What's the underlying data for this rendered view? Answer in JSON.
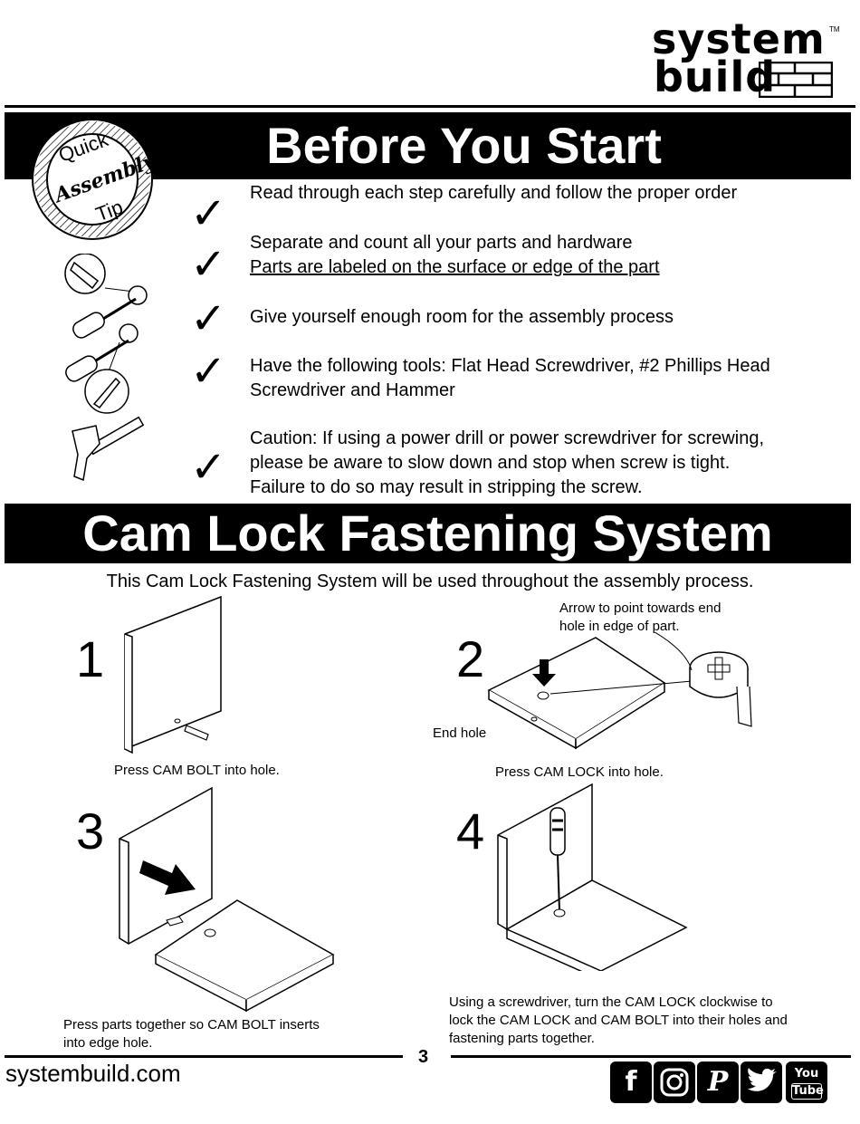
{
  "logo": {
    "line1": "system",
    "line2": "build",
    "trademark": "TM"
  },
  "badge": {
    "line1": "Quick",
    "line2": "Assembly",
    "line3": "Tip"
  },
  "before": {
    "title": "Before You Start",
    "items": [
      {
        "lines": [
          "Read through each step carefully and follow the proper order"
        ]
      },
      {
        "lines": [
          "Separate and count all your parts and hardware"
        ],
        "underlined": "Parts are labeled on the surface or edge of the part"
      },
      {
        "lines": [
          "Give yourself enough room for the assembly process"
        ]
      },
      {
        "lines": [
          "Have the following tools: Flat Head Screwdriver, #2 Phillips Head",
          "Screwdriver and Hammer"
        ]
      },
      {
        "lines": [
          "Caution: If using a power drill or power screwdriver for screwing,",
          "please be aware to slow down and stop when screw is tight.",
          "Failure to do so may result in stripping the screw."
        ]
      }
    ]
  },
  "cam": {
    "title": "Cam Lock Fastening System",
    "intro": "This Cam Lock Fastening System will be used throughout the assembly process.",
    "steps": [
      {
        "num": "1",
        "caption": "Press CAM BOLT into hole."
      },
      {
        "num": "2",
        "caption": "Press CAM LOCK into hole.",
        "arrow_note_1": "Arrow to point towards end",
        "arrow_note_2": "hole in edge of part.",
        "end_hole": "End hole"
      },
      {
        "num": "3",
        "caption_1": "Press parts together so CAM BOLT inserts",
        "caption_2": "into edge hole."
      },
      {
        "num": "4",
        "caption_1": "Using a screwdriver, turn the CAM LOCK clockwise to",
        "caption_2": "lock the CAM LOCK and CAM BOLT into their holes and",
        "caption_3": "fastening parts together."
      }
    ]
  },
  "footer": {
    "site": "systembuild.com",
    "page": "3",
    "social": {
      "facebook": "f",
      "pinterest": "P",
      "youtube_1": "You",
      "youtube_2": "Tube"
    }
  }
}
